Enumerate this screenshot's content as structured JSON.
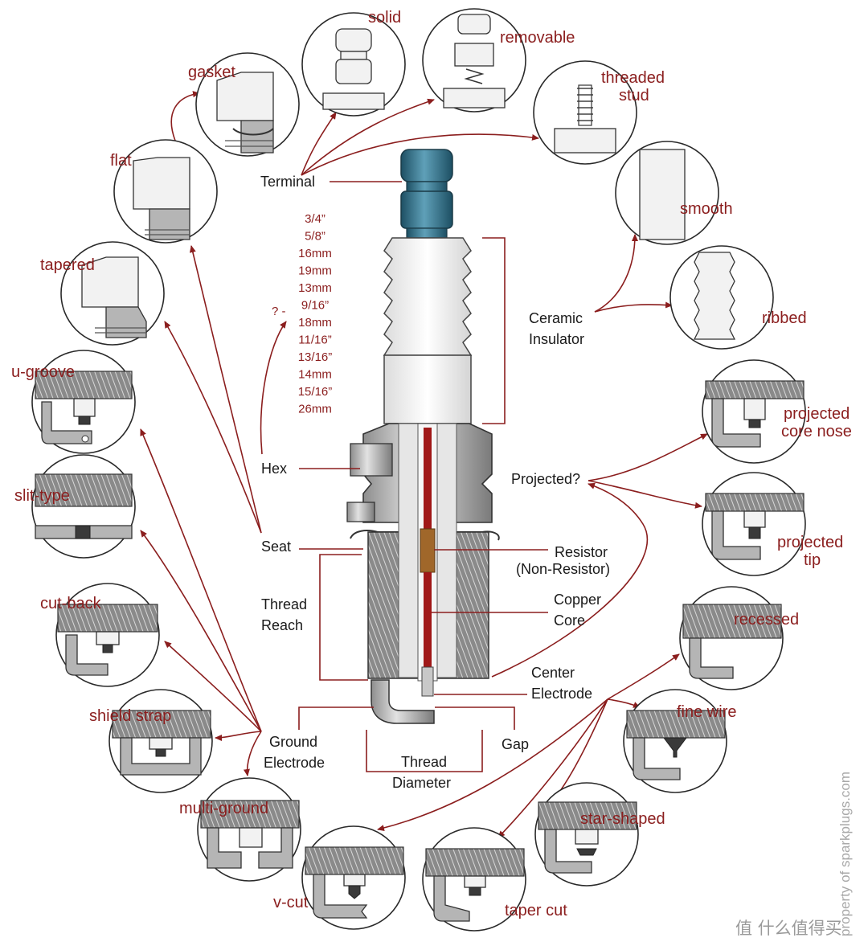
{
  "center_parts": {
    "terminal": "Terminal",
    "ceramic_insulator_line1": "Ceramic",
    "ceramic_insulator_line2": "Insulator",
    "hex": "Hex",
    "seat": "Seat",
    "thread_reach_line1": "Thread",
    "thread_reach_line2": "Reach",
    "projected_question": "Projected?",
    "resistor_line1": "Resistor",
    "resistor_line2": "(Non-Resistor)",
    "copper_core_line1": "Copper",
    "copper_core_line2": "Core",
    "center_electrode_line1": "Center",
    "center_electrode_line2": "Electrode",
    "ground_electrode_line1": "Ground",
    "ground_electrode_line2": "Electrode",
    "gap": "Gap",
    "thread_diameter_line1": "Thread",
    "thread_diameter_line2": "Diameter"
  },
  "hex_sizes": [
    "3/4”",
    "5/8”",
    "16mm",
    "19mm",
    "13mm",
    "9/16”",
    "18mm",
    "11/16”",
    "13/16”",
    "14mm",
    "15/16”",
    "26mm"
  ],
  "hex_question": "? -",
  "terminal_types": {
    "solid": "solid",
    "removable": "removable",
    "threaded_stud_line1": "threaded",
    "threaded_stud_line2": "stud"
  },
  "insulator_types": {
    "smooth": "smooth",
    "ribbed": "ribbed"
  },
  "seat_types": {
    "gasket": "gasket",
    "flat": "flat",
    "tapered": "tapered"
  },
  "ground_electrode_types": {
    "u_groove": "u-groove",
    "slit_type": "slit-type",
    "cut_back": "cut-back",
    "shield_strap": "shield strap",
    "multi_ground": "multi-ground"
  },
  "projection_types": {
    "projected_core_nose_line1": "projected",
    "projected_core_nose_line2": "core nose",
    "projected_tip_line1": "projected",
    "projected_tip_line2": "tip"
  },
  "center_electrode_types": {
    "recessed": "recessed",
    "fine_wire": "fine wire",
    "star_shaped": "star-shaped",
    "taper_cut": "taper cut",
    "v_cut": "v-cut"
  },
  "watermark": "property of sparkplugs.com",
  "logo_text": "值 什么值得买",
  "colors": {
    "label_red": "#8b1e1e",
    "terminal_blue": "#2e6e86",
    "core_red": "#a01818",
    "resistor_brown": "#a0672a"
  }
}
